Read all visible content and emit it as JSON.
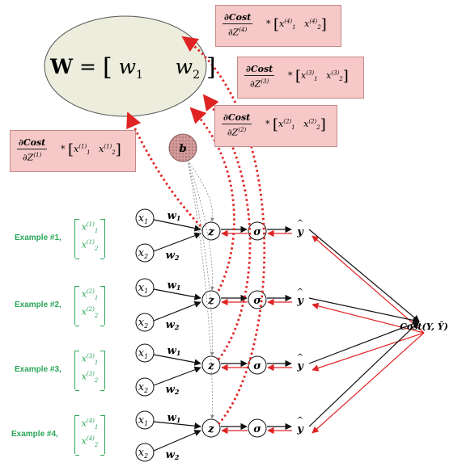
{
  "weights": {
    "lhs": "W",
    "eq": "=",
    "w1": "w",
    "w1_sub": "1",
    "w2": "w",
    "w2_sub": "2"
  },
  "bias": {
    "label": "b"
  },
  "gradient_terms": [
    {
      "num": "∂Cost",
      "den": "∂Z",
      "sup": "(1)",
      "op": "*",
      "x1": "x",
      "x1_sub": "1",
      "x1_sup": "(1)",
      "x2": "x",
      "x2_sub": "2",
      "x2_sup": "(1)"
    },
    {
      "num": "∂Cost",
      "den": "∂Z",
      "sup": "(2)",
      "op": "*",
      "x1": "x",
      "x1_sub": "1",
      "x1_sup": "(2)",
      "x2": "x",
      "x2_sub": "2",
      "x2_sup": "(2)"
    },
    {
      "num": "∂Cost",
      "den": "∂Z",
      "sup": "(3)",
      "op": "*",
      "x1": "x",
      "x1_sub": "1",
      "x1_sup": "(3)",
      "x2": "x",
      "x2_sub": "2",
      "x2_sup": "(3)"
    },
    {
      "num": "∂Cost",
      "den": "∂Z",
      "sup": "(4)",
      "op": "*",
      "x1": "x",
      "x1_sub": "1",
      "x1_sup": "(4)",
      "x2": "x",
      "x2_sub": "2",
      "x2_sup": "(4)"
    }
  ],
  "examples": [
    {
      "label": "Example #1,",
      "sup": "(1)"
    },
    {
      "label": "Example #2,",
      "sup": "(2)"
    },
    {
      "label": "Example #3,",
      "sup": "(3)"
    },
    {
      "label": "Example #4,",
      "sup": "(4)"
    }
  ],
  "nodes": {
    "x1": "x",
    "x1_sub": "1",
    "x2": "x",
    "x2_sub": "2",
    "w1_label": "w",
    "w1_sub": "1",
    "w2_label": "w",
    "w2_sub": "2",
    "z": "z",
    "sigma": "σ",
    "yhat": "y"
  },
  "cost_label": "Cost(Y, Ŷ)",
  "colors": {
    "green": "#2aa657",
    "red": "#e02424",
    "pink_fill": "#f6c8c8",
    "ellipse_fill": "#ededde",
    "bias_fill": "#d39a9a"
  }
}
